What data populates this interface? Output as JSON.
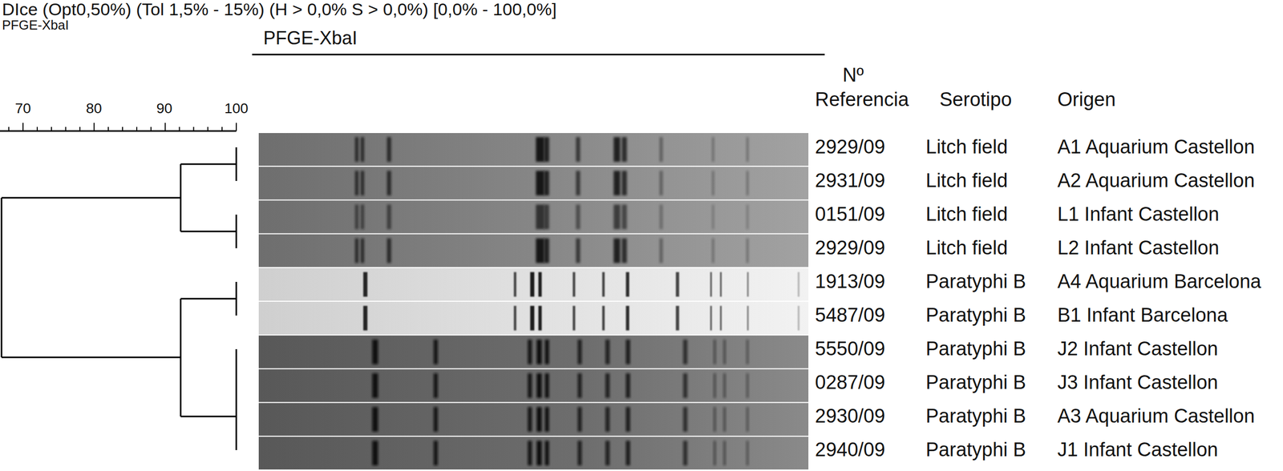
{
  "diagram": {
    "labels": [
      "DIce (Opt0,50%) (Tol 1,5% - 15%) (H > 0,0% S > 0,0%) [0,0% - 100,0%]",
      "PFGE-XbaI",
      "PFGE-XbaI",
      "70",
      "80",
      "90",
      "100",
      "Nº",
      "Referencia",
      "Serotipo",
      "Origen",
      "2929/09",
      "Litch field",
      "A1 Aquarium Castellon",
      "2931/09",
      "Litch field",
      "A2 Aquarium Castellon",
      "0151/09",
      "Litch field",
      "L1 Infant Castellon",
      "2929/09",
      "Litch field",
      "L2 Infant Castellon",
      "1913/09",
      "Paratyphi B",
      "A4 Aquarium Barcelona",
      "5487/09",
      "Paratyphi B",
      "B1 Infant Barcelona",
      "5550/09",
      "Paratyphi B",
      "J2 Infant Castellon",
      "0287/09",
      "Paratyphi B",
      "J3 Infant Castellon",
      "2930/09",
      "Paratyphi B",
      "A3 Aquarium Castellon",
      "2940/09",
      "Paratyphi B",
      "J1 Infant Castellon"
    ]
  }
}
